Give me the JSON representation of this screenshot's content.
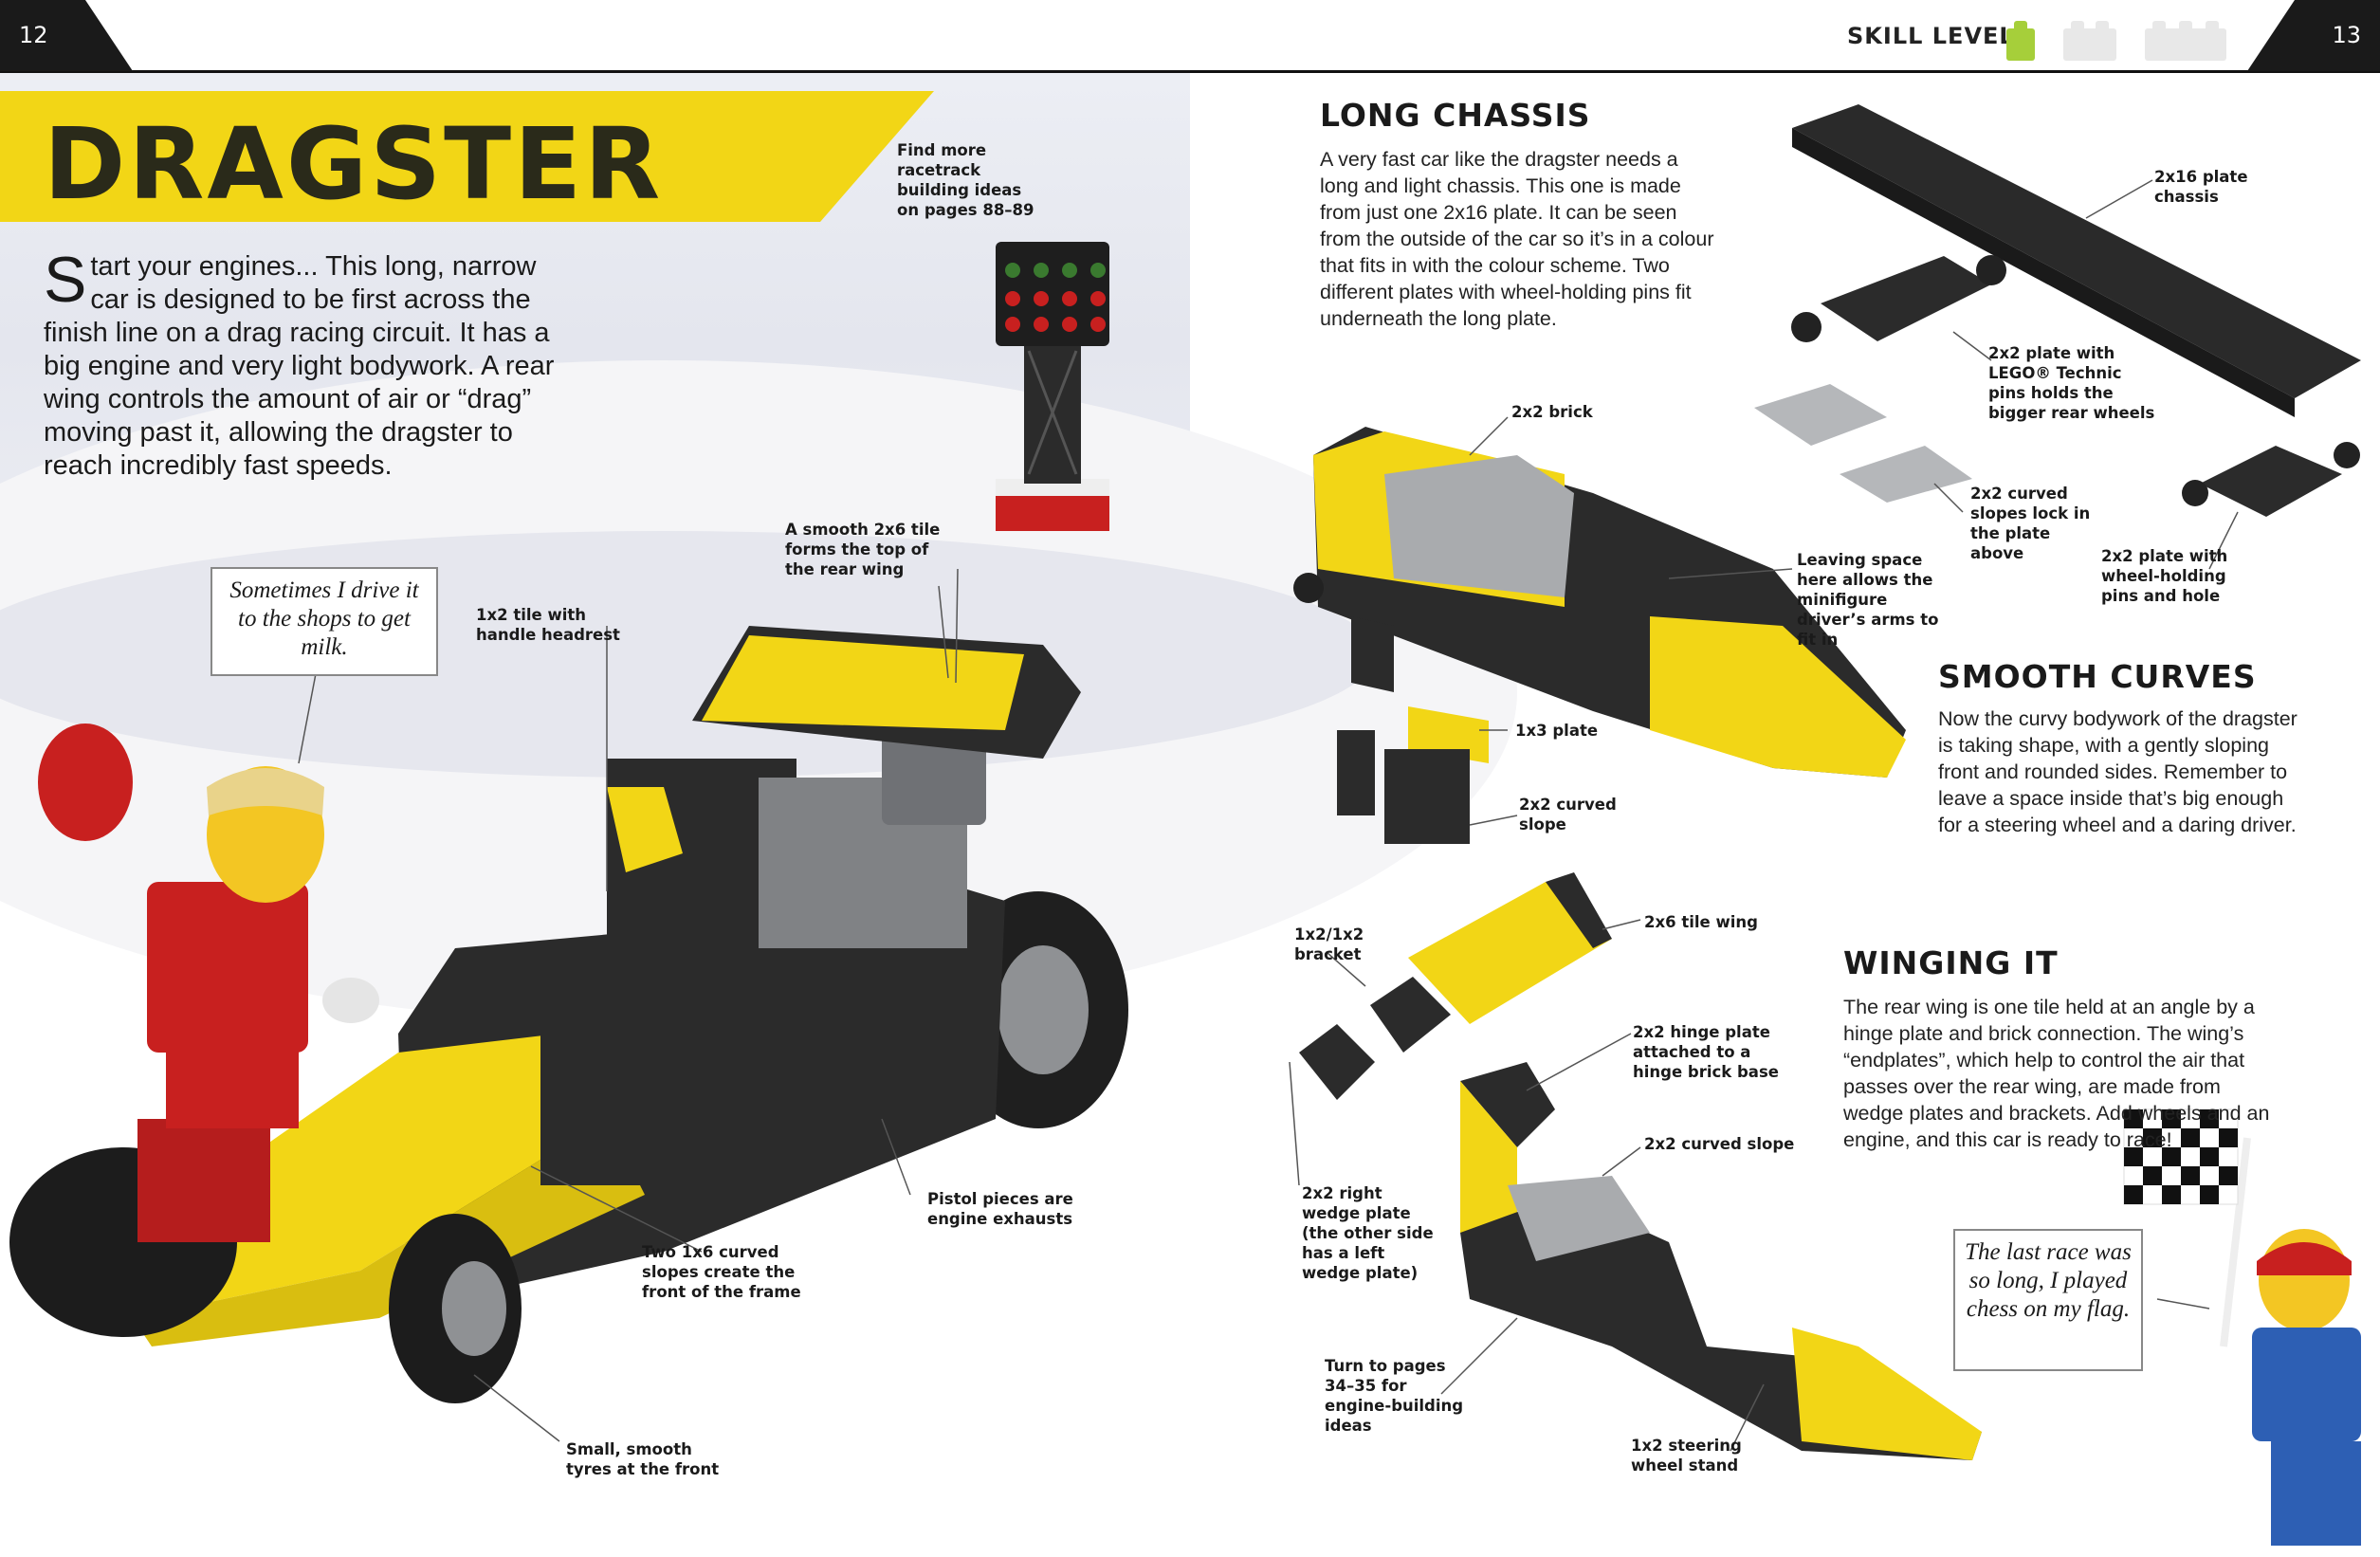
{
  "page_numbers": {
    "left": "12",
    "right": "13"
  },
  "skill_level": {
    "label": "SKILL LEVEL",
    "level": 1,
    "max": 3,
    "colors": {
      "active": "#a6cf3a",
      "inactive": "#e8e8e8"
    }
  },
  "left_page": {
    "title": "DRAGSTER",
    "intro_dropcap": "S",
    "intro_text": "tart your engines... This long, narrow car is designed to be first across the finish line on a drag racing circuit. It has a big engine and very light bodywork. A rear wing controls the amount of air or “drag” moving past it, allowing the dragster to reach incredibly fast speeds.",
    "speech_bubble": "Sometimes I drive it to the shops to get milk.",
    "callouts": {
      "racetrack": "Find more racetrack building ideas on pages 88–89",
      "tile_2x6": "A smooth 2x6 tile forms the top of the rear wing",
      "headrest": "1x2 tile with handle headrest",
      "exhausts": "Pistol pieces are engine exhausts",
      "curved_slopes": "Two 1x6 curved slopes create the front of the frame",
      "tyres": "Small, smooth tyres at the front"
    }
  },
  "right_page": {
    "long_chassis": {
      "heading": "LONG CHASSIS",
      "text": "A very fast car like the dragster needs a long and light chassis. This one is made from just one 2x16 plate. It can be seen from the outside of the car so it’s in a colour that fits in with the colour scheme. Two different plates with wheel-holding pins fit underneath the long plate."
    },
    "smooth_curves": {
      "heading": "SMOOTH CURVES",
      "text": "Now the curvy bodywork of the dragster is taking shape, with a gently sloping front and rounded sides. Remember to leave a space inside that’s big enough for a steering wheel and a daring driver."
    },
    "winging_it": {
      "heading": "WINGING IT",
      "text": "The rear wing is one tile held at an angle by a hinge plate and brick connection. The wing’s “endplates”, which help to control the air that passes over the rear wing, are made from wedge plates and brackets. Add wheels and an engine, and this car is ready to race!"
    },
    "speech_bubble": "The last race was so long, I played chess on my flag.",
    "callouts": {
      "plate_2x16": "2x16 plate chassis",
      "technic_plate": "2x2 plate with LEGO® Technic pins holds the bigger rear wheels",
      "curved_slopes_lock": "2x2 curved slopes lock in the plate above",
      "wheel_plate": "2x2 plate with wheel-holding pins and hole",
      "brick_2x2": "2x2 brick",
      "driver_space": "Leaving space here allows the minifigure driver’s arms to fit in",
      "plate_1x3": "1x3 plate",
      "curved_slope": "2x2 curved slope",
      "bracket": "1x2/1x2 bracket",
      "tile_wing": "2x6 tile wing",
      "hinge_plate": "2x2 hinge plate attached to a hinge brick base",
      "curved_slope_2": "2x2 curved slope",
      "wedge_plate": "2x2 right wedge plate (the other side has a left wedge plate)",
      "engine_pages": "Turn to pages 34–35 for engine-building ideas",
      "steering": "1x2 steering wheel stand"
    }
  },
  "colors": {
    "yellow": "#f2d616",
    "dark": "#2b2b2b",
    "grey": "#a9abae",
    "red": "#c8201f"
  }
}
